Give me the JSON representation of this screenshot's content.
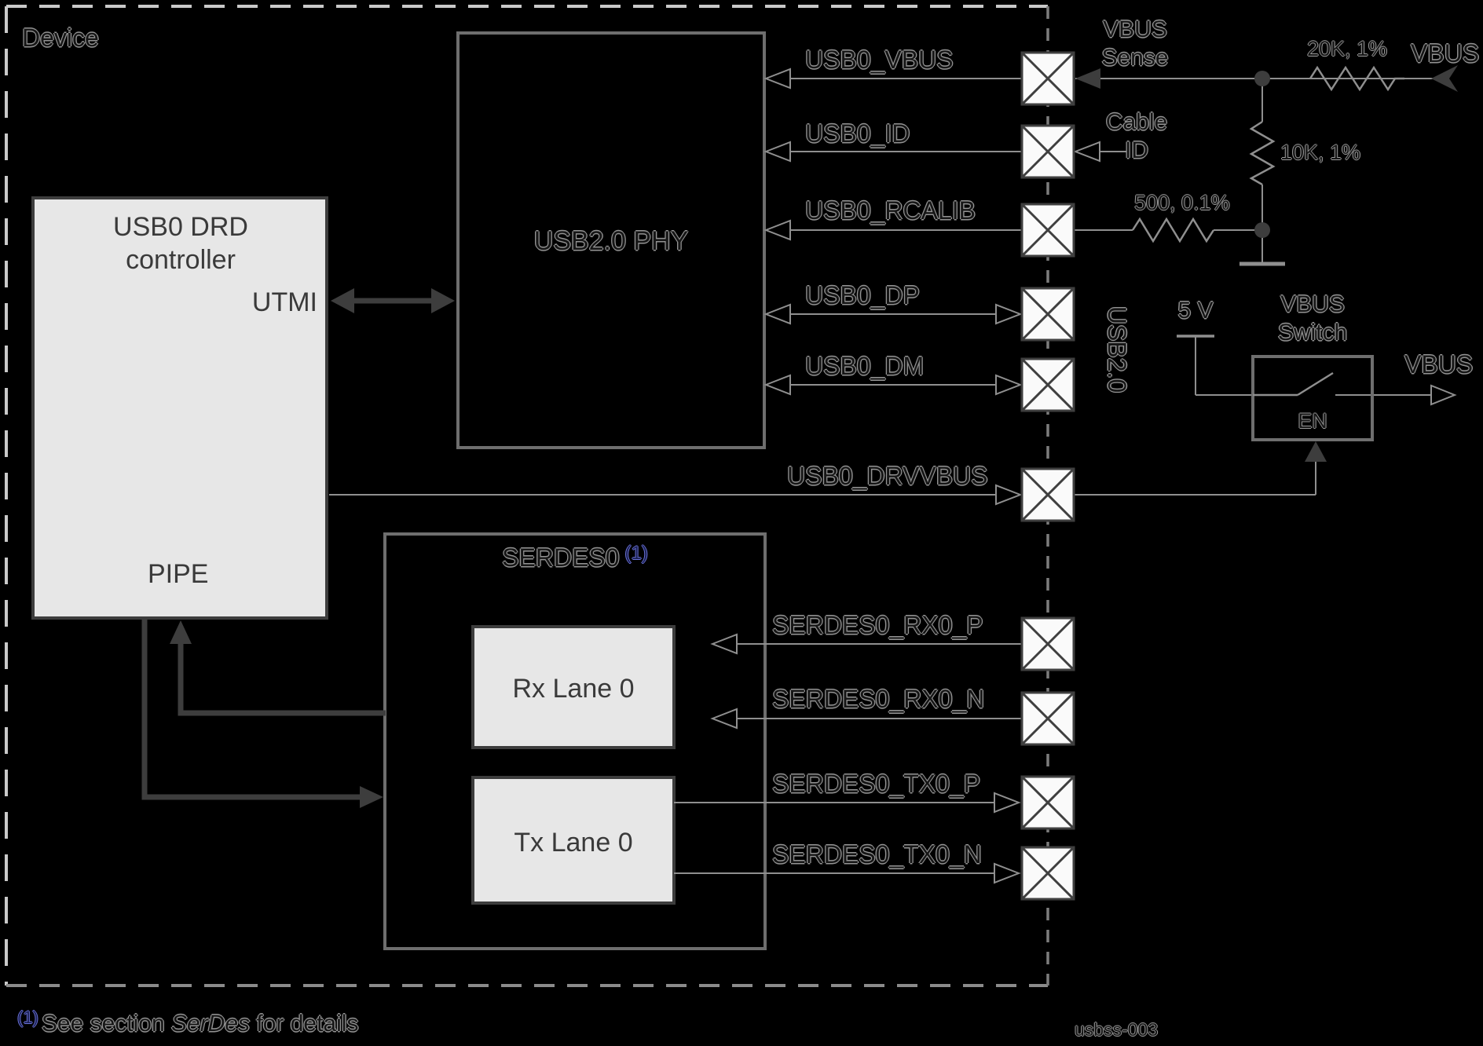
{
  "device_label": "Device",
  "controller": {
    "title_line1": "USB0 DRD",
    "title_line2": "controller",
    "port_utmi": "UTMI",
    "port_pipe": "PIPE"
  },
  "phy": {
    "title": "USB2.0 PHY"
  },
  "serdes": {
    "title": "SERDES0",
    "footnote_ref": "(1)",
    "rx_lane": "Rx Lane 0",
    "tx_lane": "Tx Lane 0"
  },
  "signals": [
    "USB0_VBUS",
    "USB0_ID",
    "USB0_RCALIB",
    "USB0_DP",
    "USB0_DM",
    "USB0_DRVVBUS",
    "SERDES0_RX0_P",
    "SERDES0_RX0_N",
    "SERDES0_TX0_P",
    "SERDES0_TX0_N"
  ],
  "external": {
    "vbus_sense_line1": "VBUS",
    "vbus_sense_line2": "Sense",
    "cable_id_line1": "Cable",
    "cable_id_line2": "ID",
    "r_20k": "20K, 1%",
    "r_10k": "10K, 1%",
    "r_500": "500, 0.1%",
    "vbus_top": "VBUS",
    "usb2_bus_label": "USB2.0",
    "supply_5v": "5 V",
    "switch_title_line1": "VBUS",
    "switch_title_line2": "Switch",
    "switch_en": "EN",
    "vbus_out": "VBUS"
  },
  "footnote": {
    "ref": "(1)",
    "text_before": "See section ",
    "term_italic": "SerDes",
    "text_after": " for details"
  },
  "figure_id": "usbss-003",
  "colors": {
    "background": "#000000",
    "line_gray": "#8f8f8f",
    "outline_text_halo": "#949494",
    "dark_arrow_gray": "#3d3d3d",
    "light_box_fill": "#e7e7e7",
    "transparent_box_border": "#6e6e6e",
    "pad_fill": "#fafafa",
    "footnote_blue": "#6a71d4",
    "bright_dash": "#c9c9c9"
  }
}
